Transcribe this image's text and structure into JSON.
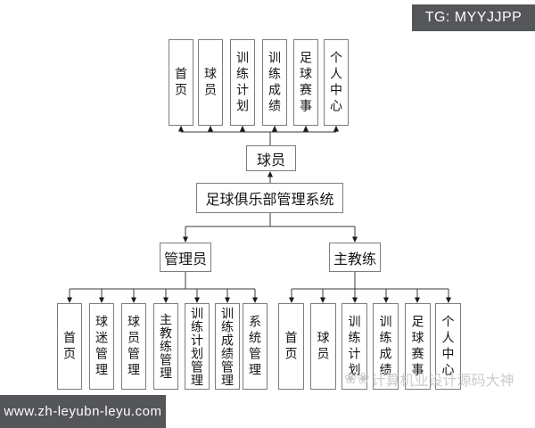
{
  "badges": {
    "tg": "TG: MYYJJPP",
    "site": "www.zh-leyubn-leyu.com"
  },
  "watermark": {
    "stamp_icons": "❀❀",
    "text": "计算机业设计源码大神"
  },
  "diagram": {
    "system": "足球俱乐部管理系统",
    "roles": {
      "player": "球员",
      "admin": "管理员",
      "coach": "主教练"
    },
    "player_modules": [
      "首页",
      "球员",
      "训练计划",
      "训练成绩",
      "足球赛事",
      "个人中心"
    ],
    "admin_modules": [
      "首页",
      "球迷管理",
      "球员管理",
      "主教练管理",
      "训练计划管理",
      "训练成绩管理",
      "系统管理"
    ],
    "coach_modules": [
      "首页",
      "球员",
      "训练计划",
      "训练成绩",
      "足球赛事",
      "个人中心"
    ],
    "line_color": "#3a3a3a",
    "box_border_color": "#7d7d7d",
    "badge_color": "#54565a"
  }
}
